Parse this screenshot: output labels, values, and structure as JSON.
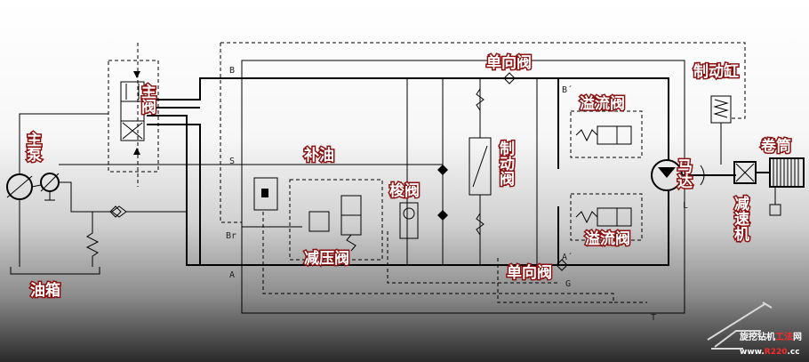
{
  "labels": {
    "main_valve": "主阀",
    "main_pump": "主泵",
    "oil_tank": "油箱",
    "replenish": "补油",
    "reducing_valve": "减压阀",
    "shuttle_valve": "梭阀",
    "brake_valve": "制动阀",
    "check_valve_top": "单向阀",
    "check_valve_bottom": "单向阀",
    "relief_valve_top": "溢流阀",
    "relief_valve_bottom": "溢流阀",
    "motor": "马达",
    "brake_cylinder": "制动缸",
    "drum": "卷筒",
    "reducer": "减速机"
  },
  "ports": {
    "B": "B",
    "S": "S",
    "Br": "Br",
    "A": "A",
    "B_prime": "B´",
    "A_prime": "A´",
    "G": "G",
    "T": "T",
    "L": "L"
  },
  "watermark": {
    "line1_a": "旋挖钻机",
    "line1_b": "工法",
    "line1_c": "网",
    "line2_a": "www.",
    "line2_b": "R220",
    "line2_c": ".cc"
  },
  "colors": {
    "label_fill": "#ffffff",
    "label_outline": "#8a1010",
    "line": "#000000",
    "watermark_accent": "#ff2a2a"
  }
}
